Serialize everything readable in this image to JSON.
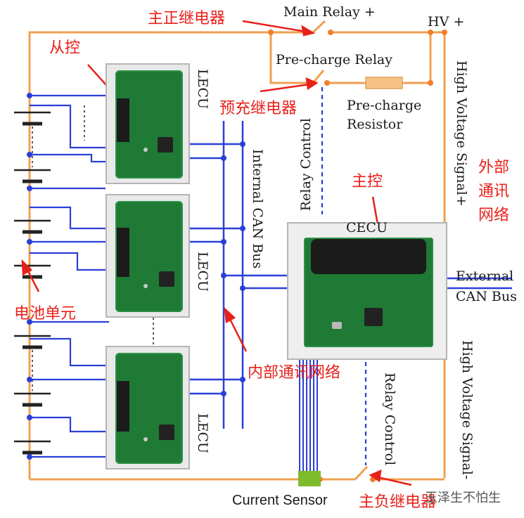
{
  "labels": {
    "main_relay": "Main Relay +",
    "hv_plus": "HV +",
    "precharge_relay": "Pre-charge Relay",
    "precharge_resistor_1": "Pre-charge",
    "precharge_resistor_2": "Resistor",
    "lecu_top": "LECU",
    "lecu_mid": "LECU",
    "lecu_bot": "LECU",
    "internal_can": "Internal CAN Bus",
    "relay_control_top": "Relay Control",
    "relay_control_bottom": "Relay Control",
    "cecu": "CECU",
    "external_can_1": "External",
    "external_can_2": "CAN Bus",
    "hv_signal_plus": "High Voltage Signal+",
    "hv_signal_minus": "High Voltage Signal-",
    "current_sensor": "Current Sensor"
  },
  "annotations": {
    "main_positive_relay": "主正继电器",
    "slave_control": "从控",
    "precharge_relay": "预充继电器",
    "external_comm_1": "外部",
    "external_comm_2": "通讯",
    "external_comm_3": "网络",
    "master_control": "主控",
    "battery_cell": "电池单元",
    "internal_comm": "内部通讯网络",
    "main_negative_relay": "主负继电器"
  },
  "watermark": "玉泽生不怕生",
  "colors": {
    "hv_wire": "#f0a050",
    "bus": "#2a3fd8",
    "annotation": "#e8201a",
    "pcb": "#1f7a35"
  }
}
